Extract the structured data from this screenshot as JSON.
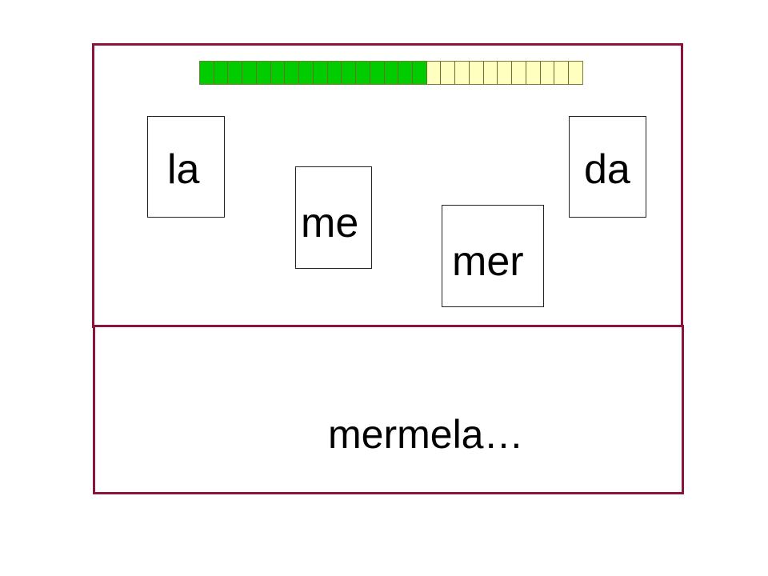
{
  "progress": {
    "filled_segments": 16,
    "total_segments": 27,
    "filled_color": "#00cc00",
    "empty_color": "#ffffc0"
  },
  "cards": [
    {
      "id": "la",
      "label": "la"
    },
    {
      "id": "me",
      "label": "me"
    },
    {
      "id": "mer",
      "label": "mer"
    },
    {
      "id": "da",
      "label": "da"
    }
  ],
  "answer": {
    "text": "mermela…"
  },
  "colors": {
    "frame": "#8a1538"
  }
}
